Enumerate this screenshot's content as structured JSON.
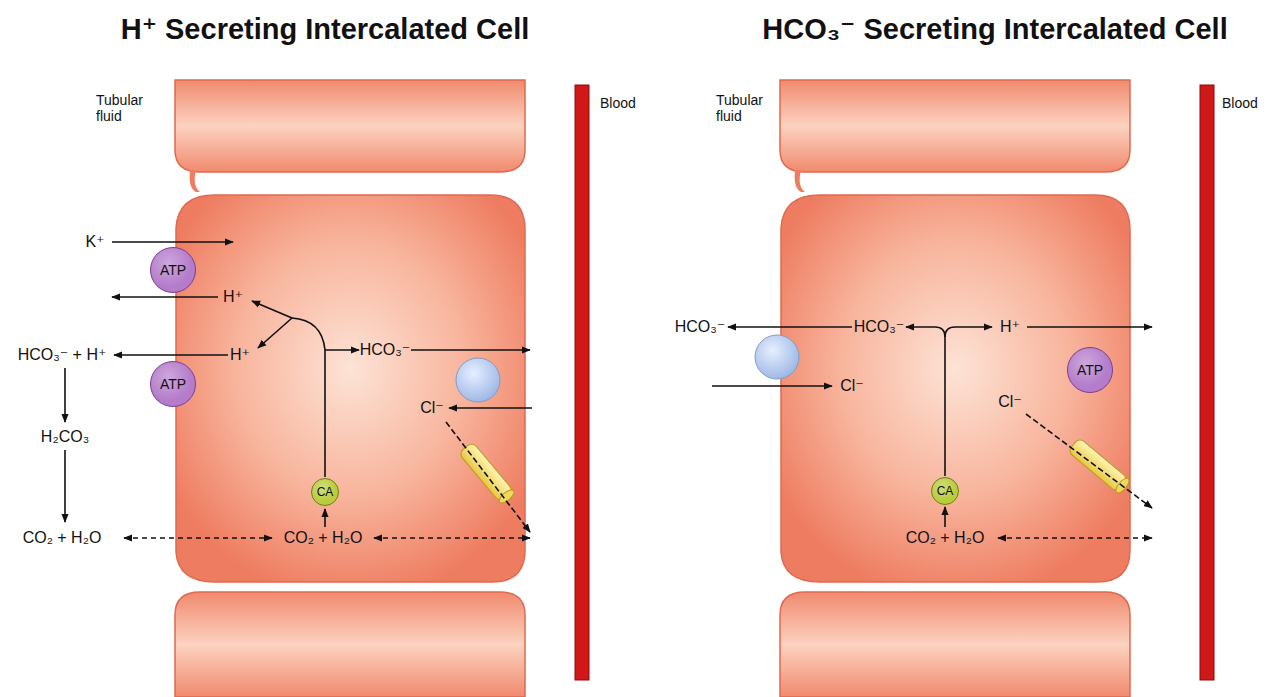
{
  "diagram": {
    "nodes": [
      {
        "text": [
          "ATP"
        ]
      },
      {
        "text": [
          "ATP"
        ]
      },
      {
        "text": [
          "CA"
        ]
      },
      {
        "text": [
          "CA"
        ]
      },
      {
        "text": [
          "ATP"
        ]
      }
    ],
    "labels": [
      "H⁺ Secreting Intercalated Cell",
      "Tubular fluid",
      "Blood",
      "K⁺",
      "H⁺",
      "HCO₃⁻ + H⁺",
      "H⁺",
      "H₂CO₃",
      "CO₂ + H₂O",
      "CO₂ + H₂O",
      "HCO₃⁻",
      "Cl⁻",
      "HCO₃⁻ Secreting Intercalated Cell",
      "Tubular fluid",
      "Blood",
      "HCO₃⁻",
      "HCO₃⁻",
      "H⁺",
      "Cl⁻",
      "Cl⁻",
      "CO₂ + H₂O"
    ]
  }
}
